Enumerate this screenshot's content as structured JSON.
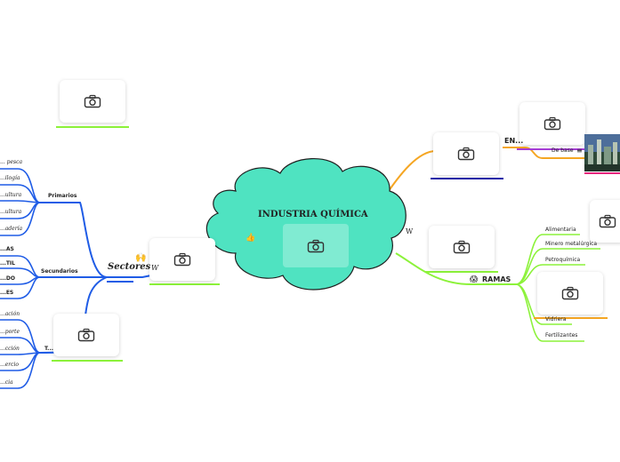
{
  "center": {
    "title": "INDUSTRIA QUÍMICA",
    "emoji": "👍"
  },
  "sectores": {
    "label": "Sectores",
    "emoji": "🙌",
    "w_label": "W",
    "primarios": {
      "label": "Primarios",
      "items": [
        "... pesca",
        "...ilogía",
        "...ultura",
        "...ultura",
        "...adería"
      ]
    },
    "secundarios": {
      "label": "Secundarios",
      "items": [
        "...AS",
        "...TIL",
        "...DO",
        "...ES"
      ]
    },
    "terciarios": {
      "label": "T...",
      "items": [
        "...ación",
        "...porte",
        "...cción",
        "...ercio",
        "...cia"
      ]
    }
  },
  "energia": {
    "label": "EN...",
    "sub": "De base"
  },
  "ramas": {
    "label": "RAMAS",
    "emoji": "😱",
    "w_label": "W",
    "items": [
      "Alimentaria",
      "Minero metalúrgica",
      "Petroquímica",
      "Vidriera",
      "Fertilizantes"
    ]
  },
  "colors": {
    "cloud": "#4fe3c1",
    "blue": "#1f5ce6",
    "green": "#8cf23a",
    "orange": "#f5a623",
    "navy": "#1a1aa8",
    "purple": "#a63dd6",
    "magenta": "#e8257d"
  }
}
